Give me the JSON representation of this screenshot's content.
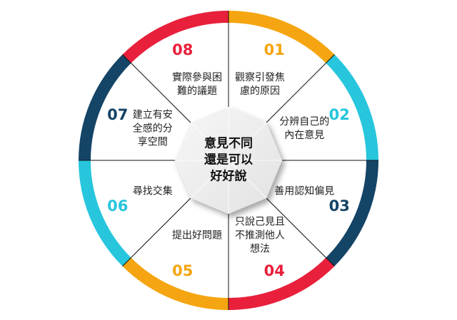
{
  "center": {
    "title": "意見不同\n還是可以\n好好說"
  },
  "segments": [
    {
      "number": "01",
      "label": "觀察引發焦\n慮的原因",
      "color": "#F5A511"
    },
    {
      "number": "02",
      "label": "分辨自己的\n內在意見",
      "color": "#27C6DD"
    },
    {
      "number": "03",
      "label": "善用認知偏見",
      "color": "#144466"
    },
    {
      "number": "04",
      "label": "只說己見且\n不推測他人\n想法",
      "color": "#E8203C"
    },
    {
      "number": "05",
      "label": "提出好問題",
      "color": "#F5A511"
    },
    {
      "number": "06",
      "label": "尋找交集",
      "color": "#27C6DD"
    },
    {
      "number": "07",
      "label": "建立有安\n全感的分\n享空間",
      "color": "#144466"
    },
    {
      "number": "08",
      "label": "實際參與困\n難的議題",
      "color": "#E8203C"
    }
  ]
}
